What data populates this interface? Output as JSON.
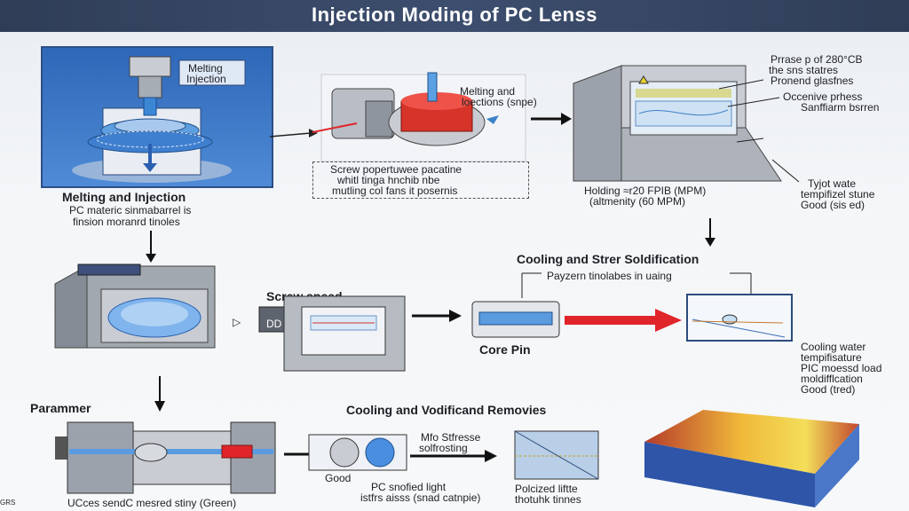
{
  "title": "Injection Moding of PC Lenss",
  "panel1": {
    "callout_line1": "Melting",
    "callout_line2": "Injection",
    "heading": "Melting and Injection",
    "sub1": "PC materic sinmabarrel is",
    "sub2": "finsion moranrd tinoles"
  },
  "panel2": {
    "label1": "Melting and",
    "label2": "loections (snpe)",
    "box_line1": "Screw popertuwee pacatine",
    "box_line2": "whitl tinga hnchib nbe",
    "box_line3": "mutling col fans it posernis"
  },
  "panel3": {
    "ann1": "Prrase p of 280°CB",
    "ann2": "the sns statres",
    "ann3": "Pronend glasfnes",
    "ann4": "Occenive prhess",
    "ann5": "Sanffiarm bsrren",
    "hold1": "Holding ≈r20 FPIB (MPM)",
    "hold2": "(altmenity (60 MPM)",
    "right1": "Tyjot wate",
    "right2": "tempifizel stune",
    "right3": "Good (sis ed)"
  },
  "row2": {
    "screw_speed": "Screw speed",
    "cooling_heading": "Cooling and Strer Soldification",
    "pattern": "Payzern tinolabes in uaing",
    "core_pin": "Core Pin",
    "cw1": "Cooling water",
    "cw2": "tempifisature",
    "cw3": "PIC moessd load",
    "cw4": "moldifflcation",
    "cw5": "Good (tred)",
    "side_mark": "▷",
    "dd": "DD"
  },
  "row3": {
    "parammer": "Parammer",
    "cooling2": "Cooling and Vodificand Removies",
    "stress1": "Mfo Stfresse",
    "stress2": "solfrosting",
    "good": "Good",
    "pc1": "PC snofied light",
    "pc2": "istfrs aisss (snad catnpie)",
    "pol1": "Polcized liftte",
    "pol2": "thotuhk tinnes",
    "bottom": "UCces sendC mesred stiny (Green)",
    "corner": "GRS"
  },
  "colors": {
    "accent": "#2e67b7",
    "arrow_red": "#e0252a",
    "title_bg": "#34435f"
  }
}
